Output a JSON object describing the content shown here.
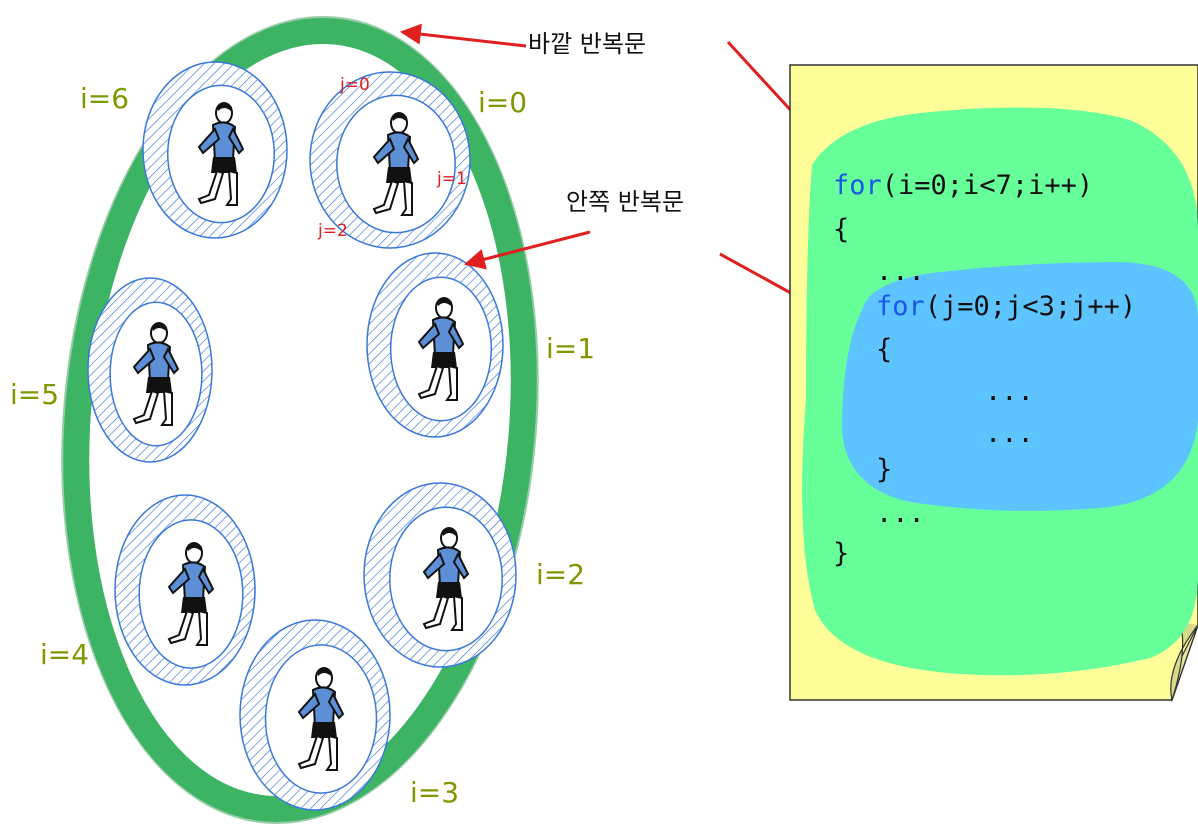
{
  "callouts": {
    "outer_loop": "바깥 반복문",
    "inner_loop": "안쪽 반복문"
  },
  "wheel_labels": [
    "i=0",
    "i=1",
    "i=2",
    "i=3",
    "i=4",
    "i=5",
    "i=6"
  ],
  "inner_labels": [
    "j=0",
    "j=1",
    "j=2"
  ],
  "code": {
    "outer_for_kw": "for",
    "outer_for_rest": "(i=0;i<7;i++)",
    "open_brace": "{",
    "dots_1": "...",
    "inner_for_kw": "for",
    "inner_for_rest": "(j=0;j<3;j++)",
    "inner_open": "{",
    "inner_dots_1": "...",
    "inner_dots_2": "...",
    "inner_close": "}",
    "dots_2": "...",
    "close_brace": "}"
  },
  "colors": {
    "ring_green": "#3cb464",
    "label_olive": "#7a9a00",
    "arrow_red": "#e02020",
    "wheel_blue": "#3a78d8",
    "runner_blue": "#5c8fd6",
    "paper_yellow": "#ffff99",
    "blob_green": "#66ff99",
    "blob_blue": "#5ec4ff",
    "keyword_blue": "#1a56e8"
  },
  "icons": [
    "running-man-icon",
    "hamster-wheel-icon",
    "arrow-icon"
  ]
}
